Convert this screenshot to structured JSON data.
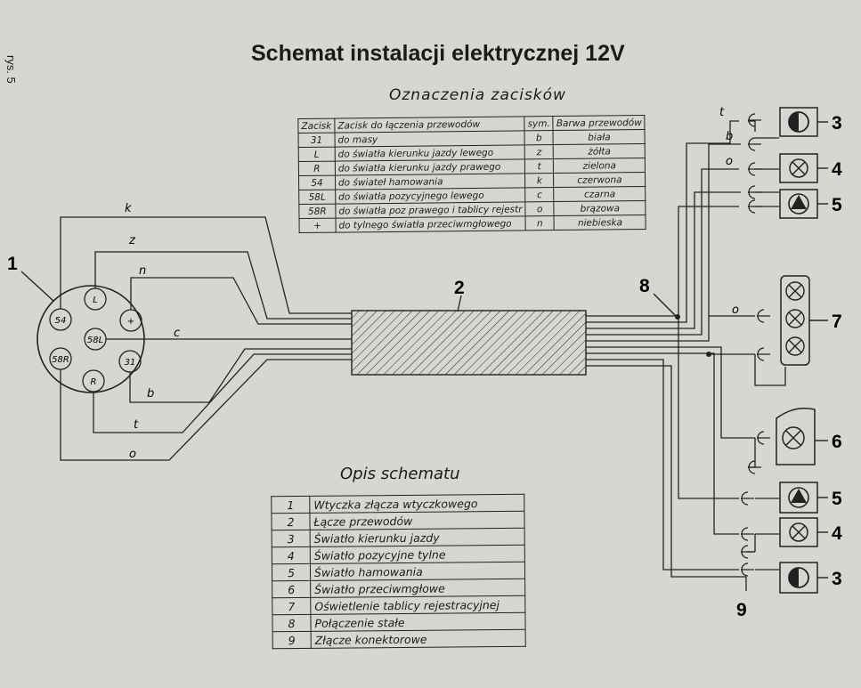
{
  "figure_ref": "rys. 5",
  "title": "Schemat instalacji elektrycznej 12V",
  "terminal_legend": {
    "title": "Oznaczenia zacisków",
    "headers": [
      "Zacisk",
      "Zacisk do łączenia przewodów",
      "sym.",
      "Barwa przewodów"
    ],
    "rows": [
      [
        "31",
        "do masy",
        "b",
        "biała"
      ],
      [
        "L",
        "do światła kierunku jazdy lewego",
        "z",
        "żółta"
      ],
      [
        "R",
        "do światła kierunku jazdy prawego",
        "t",
        "zielona"
      ],
      [
        "54",
        "do świateł hamowania",
        "k",
        "czerwona"
      ],
      [
        "58L",
        "do światła pozycyjnego lewego",
        "c",
        "czarna"
      ],
      [
        "58R",
        "do światła poz prawego i tablicy rejestr",
        "o",
        "brązowa"
      ],
      [
        "+",
        "do tylnego światła przeciwmgłowego",
        "n",
        "niebieska"
      ]
    ]
  },
  "description": {
    "title": "Opis schematu",
    "rows": [
      [
        "1",
        "Wtyczka złącza wtyczkowego"
      ],
      [
        "2",
        "Łącze przewodów"
      ],
      [
        "3",
        "Światło kierunku jazdy"
      ],
      [
        "4",
        "Światło pozycyjne tylne"
      ],
      [
        "5",
        "Światło hamowania"
      ],
      [
        "6",
        "Światło przeciwmgłowe"
      ],
      [
        "7",
        "Oświetlenie tablicy rejestracyjnej"
      ],
      [
        "8",
        "Połączenie stałe"
      ],
      [
        "9",
        "Złącze konektorowe"
      ]
    ]
  },
  "plug_pins": [
    "54",
    "L",
    "+",
    "58L",
    "31",
    "R",
    "58R"
  ],
  "wire_labels": [
    "k",
    "z",
    "n",
    "c",
    "b",
    "t",
    "o",
    "t",
    "b",
    "o",
    "o"
  ],
  "callouts": [
    "1",
    "2",
    "8",
    "3",
    "4",
    "5",
    "7",
    "6",
    "5",
    "4",
    "3",
    "9"
  ]
}
